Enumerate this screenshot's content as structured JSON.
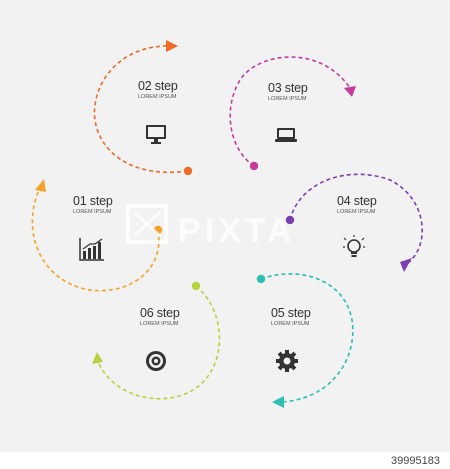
{
  "steps": [
    {
      "title": "01 step",
      "subtitle": "LOREM IPSUM",
      "color": "#f7a227",
      "icon": "bar-chart-icon"
    },
    {
      "title": "02 step",
      "subtitle": "LOREM IPSUM",
      "color": "#ef6a25",
      "icon": "monitor-icon"
    },
    {
      "title": "03 step",
      "subtitle": "LOREM IPSUM",
      "color": "#c63a9c",
      "icon": "laptop-icon"
    },
    {
      "title": "04 step",
      "subtitle": "LOREM IPSUM",
      "color": "#7d3fb0",
      "icon": "lightbulb-icon"
    },
    {
      "title": "05 step",
      "subtitle": "LOREM IPSUM",
      "color": "#2cc0b3",
      "icon": "gear-icon"
    },
    {
      "title": "06 step",
      "subtitle": "LOREM IPSUM",
      "color": "#b5d33c",
      "icon": "target-icon"
    }
  ],
  "watermark": "PIXTA",
  "stock_id": "39995183"
}
